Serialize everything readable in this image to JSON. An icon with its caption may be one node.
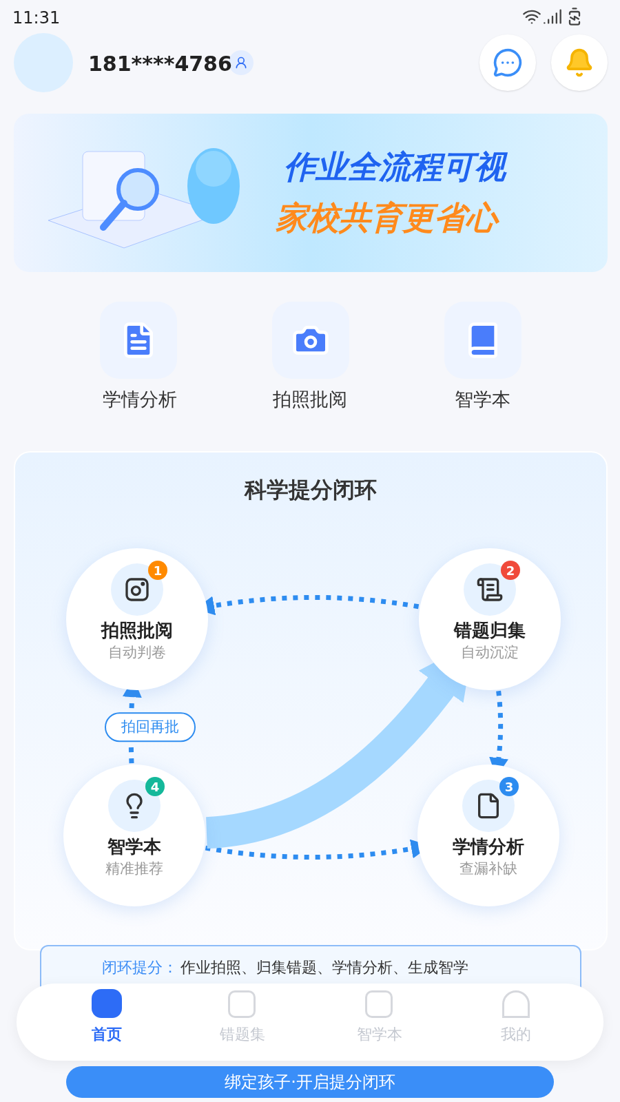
{
  "diagram": {
    "title": "科学提分闭环",
    "nodes": [
      {
        "text": [],
        "shape": "box"
      },
      {
        "text": [
          "1",
          "拍照批阅",
          "自动判卷"
        ],
        "in": 0
      },
      {
        "text": [
          "2",
          "错题归集",
          "自动沉淀"
        ],
        "in": 0
      },
      {
        "text": [
          "4",
          "智学本",
          "精准推荐"
        ],
        "in": 0
      },
      {
        "text": [
          "3",
          "学情分析",
          "查漏补缺"
        ],
        "in": 0
      }
    ],
    "edges": [
      {
        "from": 2,
        "to": 1,
        "arrow": "to",
        "style": "dashed"
      },
      {
        "from": 2,
        "to": 4,
        "arrow": "to",
        "style": "dashed"
      },
      {
        "from": 3,
        "to": 4,
        "arrow": "to",
        "style": "dashed"
      },
      {
        "from": 3,
        "to": 1,
        "arrow": "to",
        "style": "dashed",
        "label": "拍回再批"
      },
      {
        "from": 3,
        "to": 2,
        "arrow": "to",
        "style": "thick",
        "color": "#a5d8ff"
      }
    ],
    "labels": [
      "11:31",
      "181****4786",
      "作业全流程可视",
      "家校共育更省心",
      "学情分析",
      "拍照批阅",
      "智学本",
      "闭环提分：",
      "作业拍照、归集错题、学情分析、生成智学",
      "首页",
      "错题集",
      "智学本",
      "我的",
      "绑定孩子·开启提分闭环"
    ]
  }
}
